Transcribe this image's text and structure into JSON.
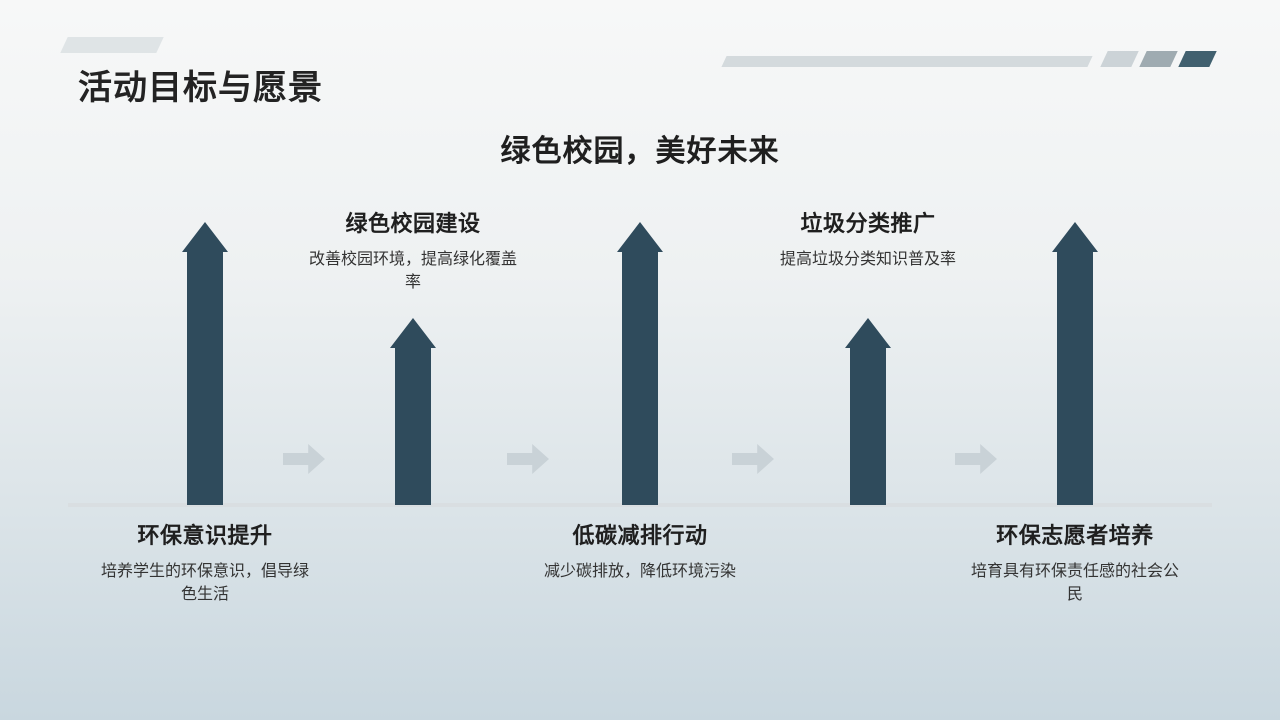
{
  "slide": {
    "title": "活动目标与愿景",
    "heading": "绿色校园，美好未来"
  },
  "milestones": [
    {
      "label": "环保意识提升",
      "desc": "培养学生的环保意识，倡导绿色生活"
    },
    {
      "label": "绿色校园建设",
      "desc": "改善校园环境，提高绿化覆盖率"
    },
    {
      "label": "低碳减排行动",
      "desc": "减少碳排放，降低环境污染"
    },
    {
      "label": "垃圾分类推广",
      "desc": "提高垃圾分类知识普及率"
    },
    {
      "label": "环保志愿者培养",
      "desc": "培育具有环保责任感的社会公民"
    }
  ],
  "icons": {
    "milestone_arrow": "arrow-up",
    "step_arrow": "arrow-right"
  },
  "colors": {
    "arrow_dark": "#2f4b5c",
    "arrow_light": "#c9d2d7",
    "accent_dark": "#41606f",
    "accent_mid": "#9fabb1",
    "accent_light": "#ccd3d7"
  }
}
